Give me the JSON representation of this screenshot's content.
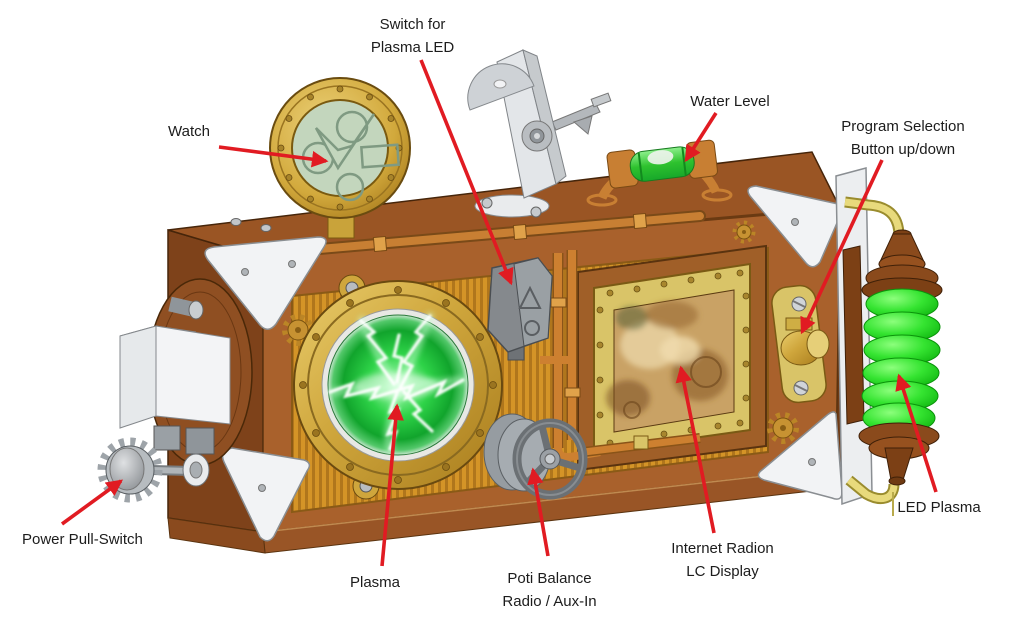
{
  "labels": {
    "watch": "Watch",
    "switch_plasma_led": "Switch for\nPlasma LED",
    "water_level": "Water Level",
    "program_selection": "Program Selection\nButton up/down",
    "led_plasma": "LED Plasma",
    "lc_display": "Internet Radion\nLC Display",
    "poti_balance": "Poti Balance\nRadio / Aux-In",
    "plasma": "Plasma",
    "power_pull_switch": "Power Pull-Switch"
  },
  "colors": {
    "arrow": "#e11b22",
    "label_text": "#1c1c1c",
    "background": "#ffffff",
    "plasma_green": "#2ed348",
    "led_green": "#35e431",
    "water_level_green": "#2ec22e",
    "brass": "#cfa63c",
    "copper": "#c87f33",
    "wood_brown": "#a9612c"
  }
}
